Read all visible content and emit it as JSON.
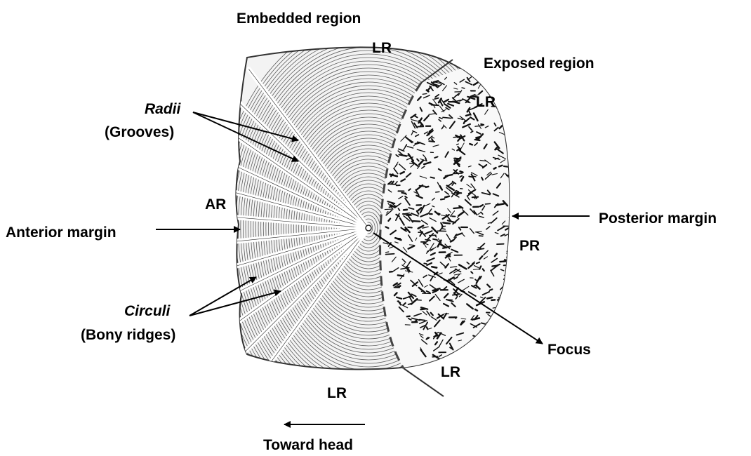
{
  "labels": {
    "embedded_region": "Embedded region",
    "exposed_region": "Exposed region",
    "lr_top": "LR",
    "lr_upper_right": "LR",
    "lr_lower_right": "LR",
    "lr_bottom": "LR",
    "radii": "Radii",
    "grooves": "(Grooves)",
    "ar": "AR",
    "anterior_margin": "Anterior margin",
    "posterior_margin": "Posterior margin",
    "pr": "PR",
    "circuli": "Circuli",
    "bony_ridges": "(Bony ridges)",
    "focus": "Focus",
    "toward_head": "Toward head"
  },
  "colors": {
    "scale_fill": "#f2f2f2",
    "ink": "#2a2a2a",
    "arrow": "#000000"
  }
}
